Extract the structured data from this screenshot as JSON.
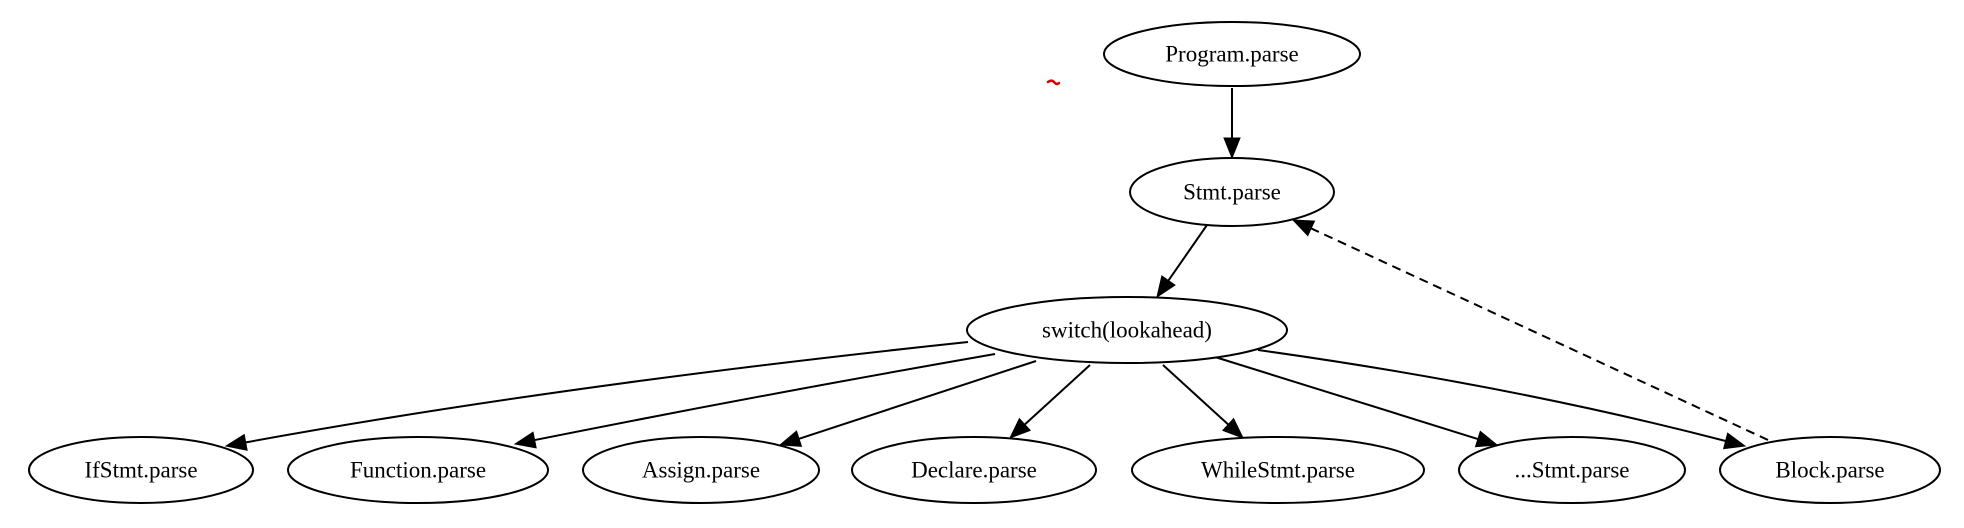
{
  "diagram": {
    "type": "call-graph",
    "nodes": [
      {
        "id": "program",
        "label": "Program.parse"
      },
      {
        "id": "stmt",
        "label": "Stmt.parse"
      },
      {
        "id": "switch",
        "label": "switch(lookahead)"
      },
      {
        "id": "ifstmt",
        "label": "IfStmt.parse"
      },
      {
        "id": "function",
        "label": "Function.parse"
      },
      {
        "id": "assign",
        "label": "Assign.parse"
      },
      {
        "id": "declare",
        "label": "Declare.parse"
      },
      {
        "id": "whilestmt",
        "label": "WhileStmt.parse"
      },
      {
        "id": "otherstmt",
        "label": "...Stmt.parse"
      },
      {
        "id": "block",
        "label": "Block.parse"
      }
    ],
    "edges": [
      {
        "from": "program",
        "to": "stmt",
        "style": "solid"
      },
      {
        "from": "stmt",
        "to": "switch",
        "style": "solid"
      },
      {
        "from": "switch",
        "to": "ifstmt",
        "style": "solid"
      },
      {
        "from": "switch",
        "to": "function",
        "style": "solid"
      },
      {
        "from": "switch",
        "to": "assign",
        "style": "solid"
      },
      {
        "from": "switch",
        "to": "declare",
        "style": "solid"
      },
      {
        "from": "switch",
        "to": "whilestmt",
        "style": "solid"
      },
      {
        "from": "switch",
        "to": "otherstmt",
        "style": "solid"
      },
      {
        "from": "switch",
        "to": "block",
        "style": "solid"
      },
      {
        "from": "block",
        "to": "stmt",
        "style": "dashed"
      }
    ],
    "colors": {
      "stroke": "#000000",
      "fill": "#ffffff",
      "stray_mark": "#dd0000"
    }
  }
}
